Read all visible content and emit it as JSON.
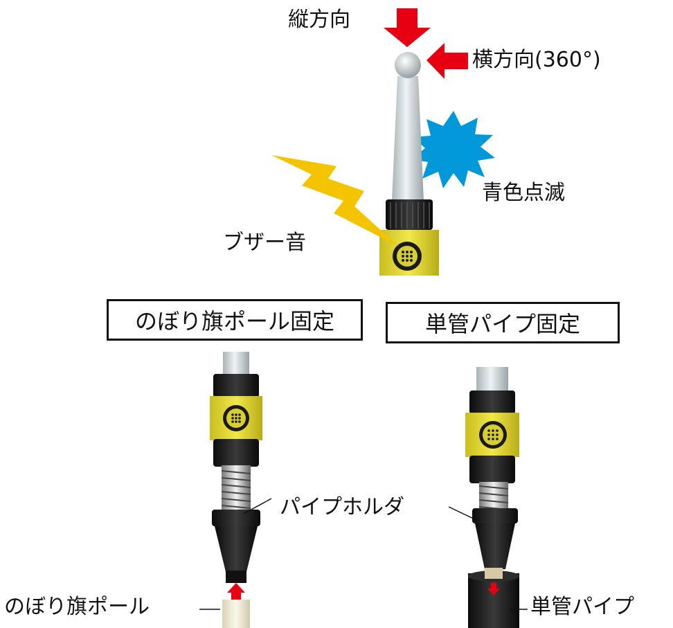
{
  "labels": {
    "vertical": "縦方向",
    "horizontal": "横方向(360°)",
    "blue_blink": "青色点滅",
    "buzzer": "ブザー音",
    "pipe_holder": "パイプホルダ",
    "flag_pole": "のぼり旗ポール",
    "single_pipe": "単管パイプ"
  },
  "boxes": {
    "flag_pole_fixed": "のぼり旗ポール固定",
    "single_pipe_fixed": "単管パイプ固定"
  },
  "colors": {
    "arrow_red": "#e60012",
    "flash_blue": "#0098d8",
    "bolt_yellow": "#f5c400",
    "band_yellow": "#e8dc3a",
    "body_black": "#1c1c1c",
    "rod_gray": "#c9d3d5"
  },
  "icons": [
    "down-arrow-icon",
    "left-arrow-icon",
    "starburst-icon",
    "lightning-bolt-icon"
  ]
}
